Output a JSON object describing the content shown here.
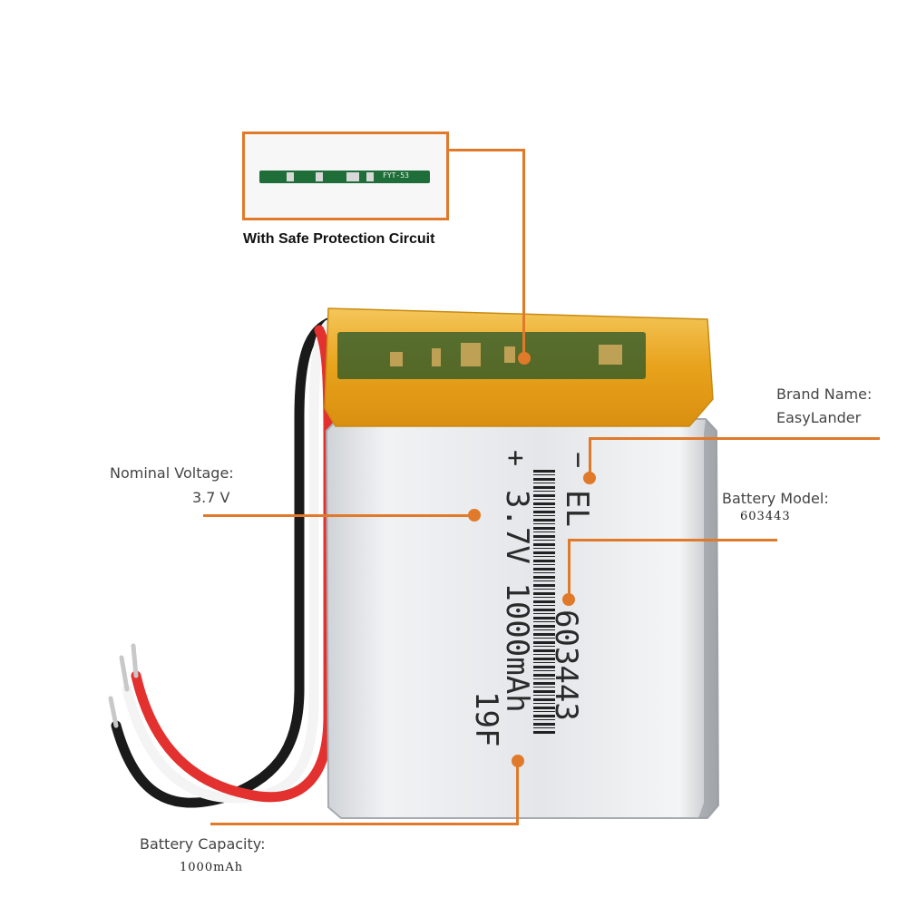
{
  "protection": {
    "title": "With Safe Protection Circuit",
    "pcb_text": "FYT-53"
  },
  "brand": {
    "label": "Brand Name:",
    "value": "EasyLander"
  },
  "voltage": {
    "label": "Nominal Voltage:",
    "value": "3.7 V"
  },
  "model": {
    "label": "Battery Model:",
    "value": "603443"
  },
  "capacity": {
    "label": "Battery Capacity:",
    "value": "1000mAh"
  },
  "battery_print": {
    "minus": "−",
    "plus": "+",
    "brand_code": "EL",
    "voltage_spec": "3.7V 1000mAh",
    "model_code": "603443",
    "batch": "19F"
  },
  "colors": {
    "accent": "#e07a2a",
    "pcb": "#1f6e3a",
    "tape": "#e8a21b",
    "wire_red": "#e2312e",
    "wire_black": "#1a1a1a"
  }
}
